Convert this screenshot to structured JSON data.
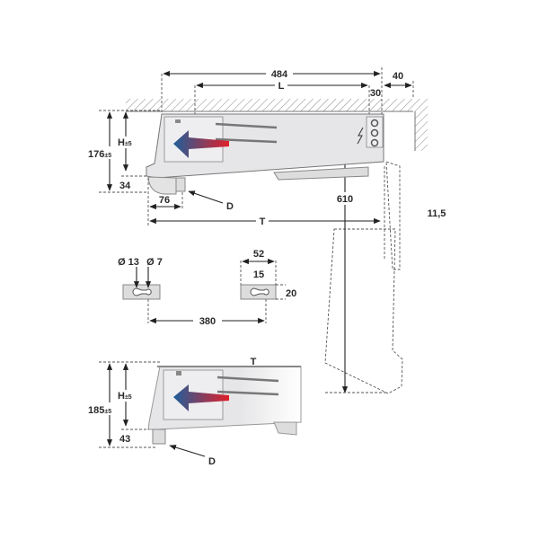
{
  "top_view": {
    "dim_484": "484",
    "dim_L": "L",
    "dim_40": "40",
    "dim_30": "30",
    "dim_176": "176",
    "dim_176_tol": "±5",
    "dim_H": "H",
    "dim_H_tol": "±5",
    "dim_34": "34",
    "dim_76": "76",
    "label_D": "D",
    "dim_T": "T",
    "dim_610": "610",
    "dim_11_5": "11,5"
  },
  "brackets": {
    "dia_13": "Ø 13",
    "dia_7": "Ø 7",
    "dim_52": "52",
    "dim_15": "15",
    "dim_20": "20",
    "dim_380": "380"
  },
  "bottom_view": {
    "dim_T": "T",
    "dim_185": "185",
    "dim_185_tol": "±5",
    "dim_H": "H",
    "dim_H_tol": "±5",
    "dim_43": "43",
    "label_D": "D"
  },
  "colors": {
    "airflow_blue": "#1f5f9a",
    "airflow_red": "#e0202a"
  }
}
